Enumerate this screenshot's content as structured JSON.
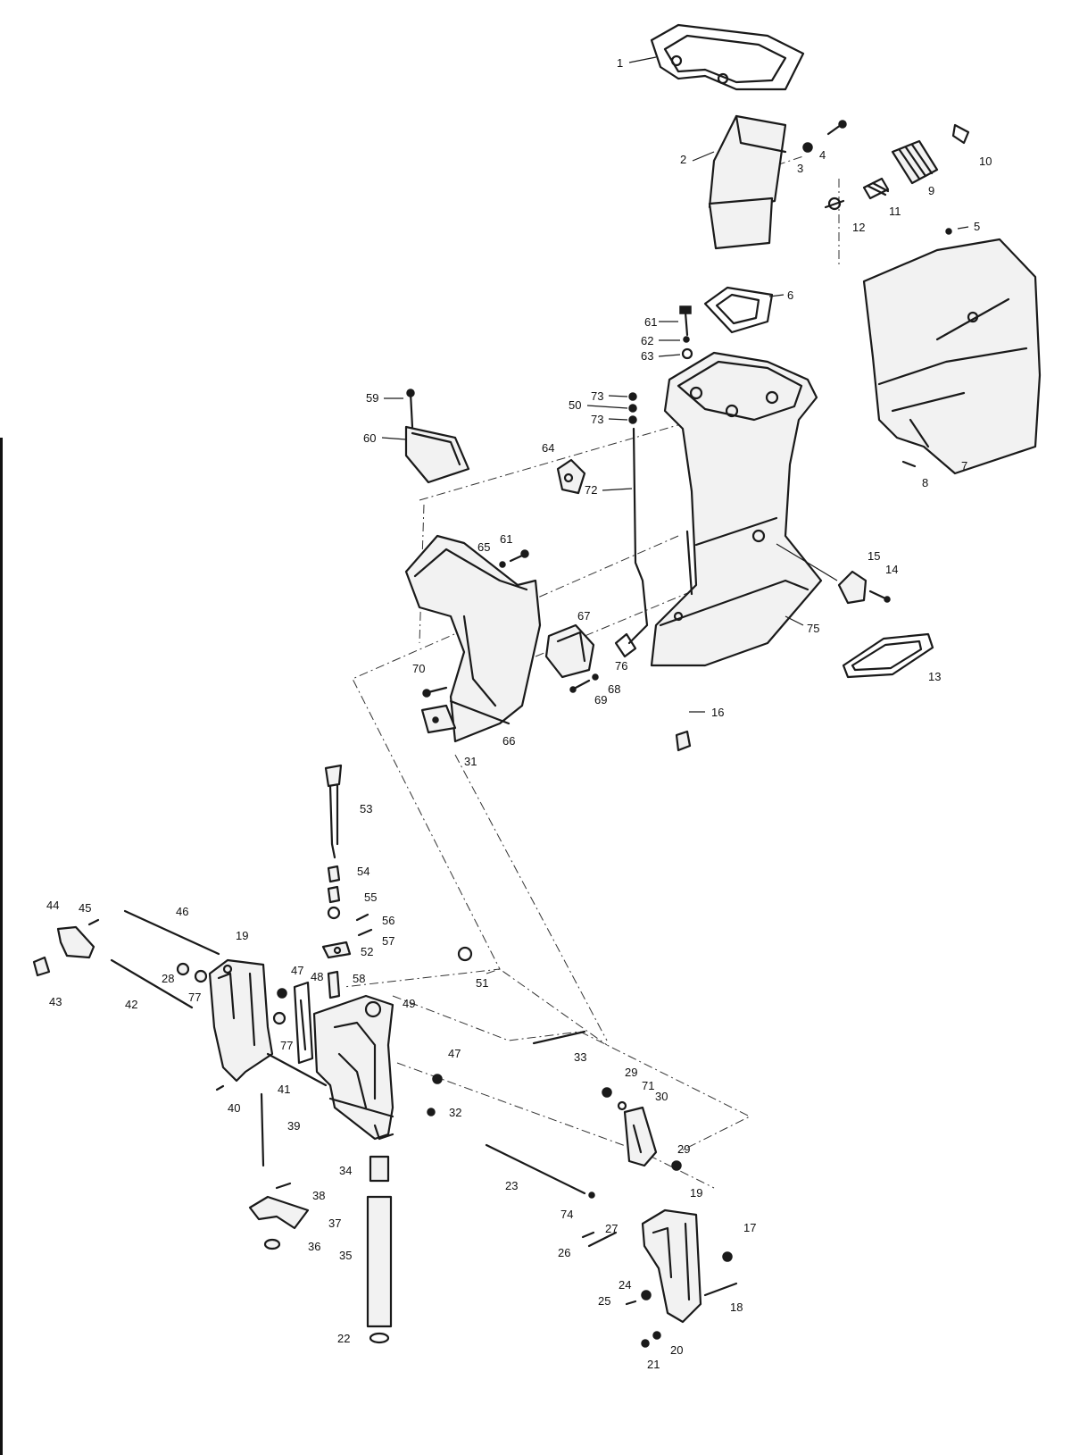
{
  "callouts": [
    {
      "id": "c1",
      "text": "1"
    },
    {
      "id": "c2",
      "text": "2"
    },
    {
      "id": "c3",
      "text": "3"
    },
    {
      "id": "c4",
      "text": "4"
    },
    {
      "id": "c5",
      "text": "5"
    },
    {
      "id": "c6",
      "text": "6"
    },
    {
      "id": "c7",
      "text": "7"
    },
    {
      "id": "c8",
      "text": "8"
    },
    {
      "id": "c9",
      "text": "9"
    },
    {
      "id": "c10",
      "text": "10"
    },
    {
      "id": "c11",
      "text": "11"
    },
    {
      "id": "c12",
      "text": "12"
    },
    {
      "id": "c13",
      "text": "13"
    },
    {
      "id": "c14",
      "text": "14"
    },
    {
      "id": "c15",
      "text": "15"
    },
    {
      "id": "c16",
      "text": "16"
    },
    {
      "id": "c17",
      "text": "17"
    },
    {
      "id": "c18",
      "text": "18"
    },
    {
      "id": "c19a",
      "text": "19"
    },
    {
      "id": "c19b",
      "text": "19"
    },
    {
      "id": "c20",
      "text": "20"
    },
    {
      "id": "c21",
      "text": "21"
    },
    {
      "id": "c22",
      "text": "22"
    },
    {
      "id": "c23",
      "text": "23"
    },
    {
      "id": "c24",
      "text": "24"
    },
    {
      "id": "c25",
      "text": "25"
    },
    {
      "id": "c26",
      "text": "26"
    },
    {
      "id": "c27",
      "text": "27"
    },
    {
      "id": "c28",
      "text": "28"
    },
    {
      "id": "c29a",
      "text": "29"
    },
    {
      "id": "c29b",
      "text": "29"
    },
    {
      "id": "c30",
      "text": "30"
    },
    {
      "id": "c31",
      "text": "31"
    },
    {
      "id": "c32",
      "text": "32"
    },
    {
      "id": "c33",
      "text": "33"
    },
    {
      "id": "c34",
      "text": "34"
    },
    {
      "id": "c35",
      "text": "35"
    },
    {
      "id": "c36",
      "text": "36"
    },
    {
      "id": "c37",
      "text": "37"
    },
    {
      "id": "c38",
      "text": "38"
    },
    {
      "id": "c39",
      "text": "39"
    },
    {
      "id": "c40",
      "text": "40"
    },
    {
      "id": "c41",
      "text": "41"
    },
    {
      "id": "c42",
      "text": "42"
    },
    {
      "id": "c43",
      "text": "43"
    },
    {
      "id": "c44",
      "text": "44"
    },
    {
      "id": "c45",
      "text": "45"
    },
    {
      "id": "c46",
      "text": "46"
    },
    {
      "id": "c47a",
      "text": "47"
    },
    {
      "id": "c47b",
      "text": "47"
    },
    {
      "id": "c48",
      "text": "48"
    },
    {
      "id": "c49",
      "text": "49"
    },
    {
      "id": "c50",
      "text": "50"
    },
    {
      "id": "c51",
      "text": "51"
    },
    {
      "id": "c52",
      "text": "52"
    },
    {
      "id": "c53",
      "text": "53"
    },
    {
      "id": "c54",
      "text": "54"
    },
    {
      "id": "c55",
      "text": "55"
    },
    {
      "id": "c56",
      "text": "56"
    },
    {
      "id": "c57",
      "text": "57"
    },
    {
      "id": "c58",
      "text": "58"
    },
    {
      "id": "c59",
      "text": "59"
    },
    {
      "id": "c60",
      "text": "60"
    },
    {
      "id": "c61a",
      "text": "61"
    },
    {
      "id": "c61b",
      "text": "61"
    },
    {
      "id": "c62",
      "text": "62"
    },
    {
      "id": "c63",
      "text": "63"
    },
    {
      "id": "c64",
      "text": "64"
    },
    {
      "id": "c65",
      "text": "65"
    },
    {
      "id": "c66",
      "text": "66"
    },
    {
      "id": "c67",
      "text": "67"
    },
    {
      "id": "c68",
      "text": "68"
    },
    {
      "id": "c69",
      "text": "69"
    },
    {
      "id": "c70",
      "text": "70"
    },
    {
      "id": "c71",
      "text": "71"
    },
    {
      "id": "c72",
      "text": "72"
    },
    {
      "id": "c73a",
      "text": "73"
    },
    {
      "id": "c73b",
      "text": "73"
    },
    {
      "id": "c74",
      "text": "74"
    },
    {
      "id": "c75",
      "text": "75"
    },
    {
      "id": "c76",
      "text": "76"
    },
    {
      "id": "c77a",
      "text": "77"
    },
    {
      "id": "c77b",
      "text": "77"
    }
  ]
}
